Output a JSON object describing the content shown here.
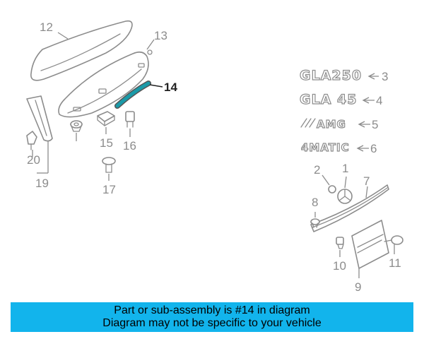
{
  "callouts": {
    "c1": "1",
    "c2": "2",
    "c3": "3",
    "c4": "4",
    "c5": "5",
    "c6": "6",
    "c7": "7",
    "c8": "8",
    "c9": "9",
    "c10": "10",
    "c11": "11",
    "c12": "12",
    "c13": "13",
    "c14": "14",
    "c15": "15",
    "c16": "16",
    "c17": "17",
    "c19": "19",
    "c20": "20"
  },
  "emblems": {
    "gla250": "GLA250",
    "gla45": "GLA 45",
    "amg": "AMG",
    "matic": "4MATIC"
  },
  "highlight": {
    "part_number": "14",
    "color": "#1a9aa8"
  },
  "banner": {
    "line1": "Part or sub-assembly is #14 in diagram",
    "line2": "Diagram may not be specific to your vehicle",
    "background": "#12b4ec"
  }
}
